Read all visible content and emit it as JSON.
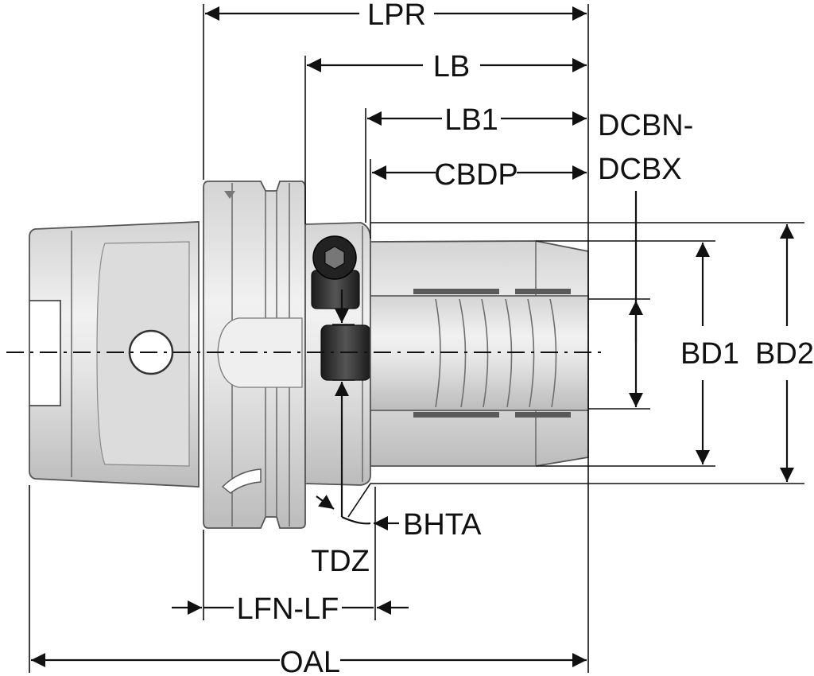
{
  "labels": {
    "lpr": "LPR",
    "lb": "LB",
    "lb1": "LB1",
    "dcbn": "DCBN-",
    "dcbx": "DCBX",
    "cbdp": "CBDP",
    "bd1": "BD1",
    "bd2": "BD2",
    "bhta": "BHTA",
    "tdz": "TDZ",
    "lfn_lf": "LFN-LF",
    "oal": "OAL"
  },
  "colors": {
    "line": "#111111",
    "metal_light": "#e4e4e4",
    "metal_mid": "#c9c9c9",
    "metal_dark": "#8e8e8e",
    "screw": "#2a2a2a"
  }
}
